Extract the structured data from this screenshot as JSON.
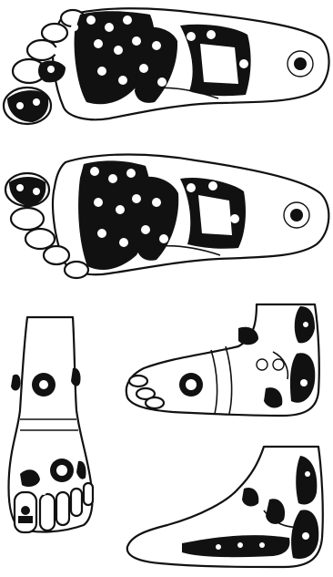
{
  "figure": {
    "views": [
      {
        "id": "sole-right"
      },
      {
        "id": "sole-left"
      },
      {
        "id": "dorsum"
      },
      {
        "id": "lateral"
      },
      {
        "id": "medial"
      }
    ]
  },
  "colors": {
    "ink": "#111111",
    "paper": "#ffffff"
  }
}
